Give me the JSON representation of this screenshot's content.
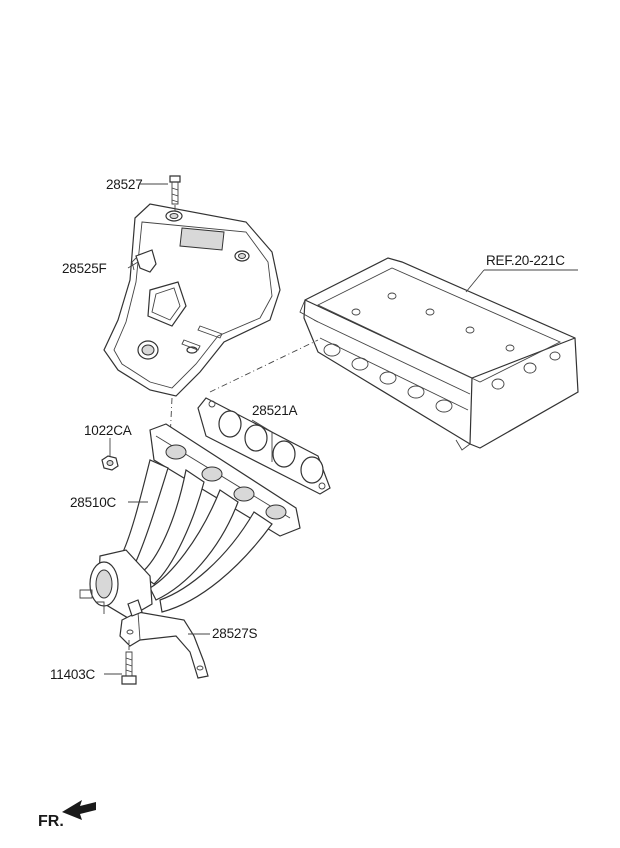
{
  "callouts": {
    "bolt_top": "28527",
    "heat_shield": "28525F",
    "gasket": "28521A",
    "nut": "1022CA",
    "manifold": "28510C",
    "bracket": "28527S",
    "bolt_bottom": "11403C",
    "ref": "REF.20-221C"
  },
  "direction": {
    "label": "FR."
  }
}
